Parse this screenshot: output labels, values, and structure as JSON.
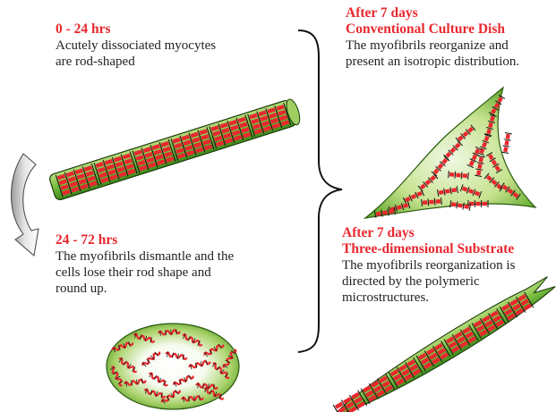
{
  "stages": [
    {
      "id": "stage-0-24",
      "heading": [
        "0 - 24 hrs"
      ],
      "text": [
        "Acutely dissociated myocytes",
        "are rod-shaped"
      ]
    },
    {
      "id": "stage-24-72",
      "heading": [
        "24 - 72 hrs"
      ],
      "text": [
        "The myofibrils dismantle and the",
        "cells lose their rod shape and",
        "round up."
      ]
    },
    {
      "id": "stage-dish",
      "heading": [
        "After 7 days",
        "Conventional Culture Dish"
      ],
      "text": [
        "The myofibrils reorganize and",
        "present an isotropic distribution."
      ]
    },
    {
      "id": "stage-3d",
      "heading": [
        "After 7 days",
        "Three-dimensional Substrate"
      ],
      "text": [
        "The myofibrils reorganization is",
        "directed by the polymeric",
        "microstructures."
      ]
    }
  ],
  "colors": {
    "heading": "#e8282e",
    "text": "#231f20",
    "cell_fill": "#7cc043",
    "cell_edge": "#1a3d0a",
    "myofibril": "#e8282e",
    "z_line": "#111111"
  }
}
